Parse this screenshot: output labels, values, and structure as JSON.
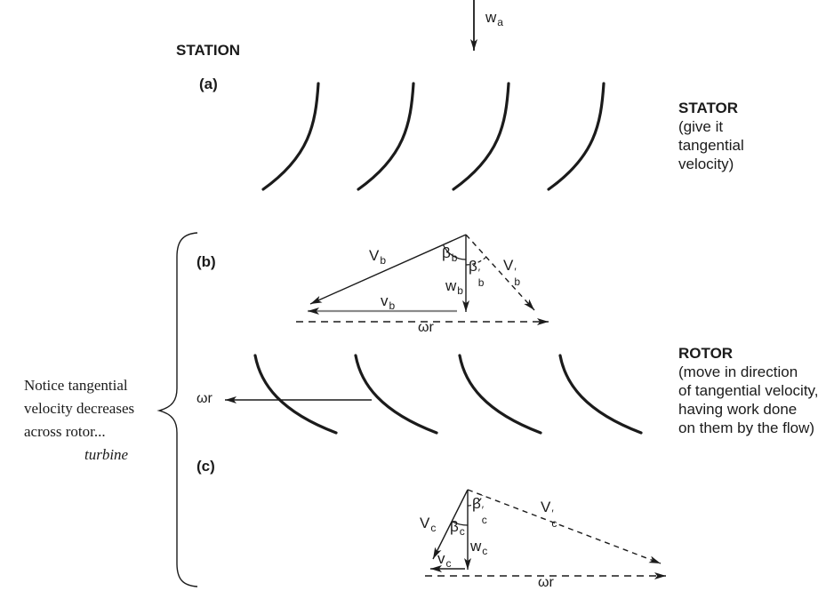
{
  "colors": {
    "ink": "#1b1b1b",
    "tangential_line_gray": "#8a8a8a"
  },
  "inlet_flow_label": {
    "base": "w",
    "sub": "a"
  },
  "stations": {
    "heading": "STATION",
    "a": "(a)",
    "b": "(b)",
    "c": "(c)"
  },
  "stator_note": {
    "title": "STATOR",
    "lines": [
      "(give it",
      "tangential",
      "velocity)"
    ]
  },
  "rotor_note": {
    "title": "ROTOR",
    "lines": [
      "(move in direction",
      "of tangential velocity,",
      "having work done",
      "on them by the flow)"
    ]
  },
  "side_note": {
    "lines": [
      "Notice tangential",
      "velocity decreases",
      "across rotor..."
    ],
    "emphasis": "turbine"
  },
  "rotor_motion_label": "ωr",
  "triangle_b": {
    "absolute_velocity": {
      "base": "V",
      "sub": "b"
    },
    "flow_angle": {
      "base": "β",
      "sub": "b"
    },
    "relative_flow_angle": {
      "base": "β",
      "sub": "b",
      "prime": "′"
    },
    "relative_velocity": {
      "base": "V",
      "sub": "b",
      "prime": "′"
    },
    "axial_velocity": {
      "base": "w",
      "sub": "b"
    },
    "tangential_velocity": {
      "base": "v",
      "sub": "b"
    },
    "wheel_speed": "ωr"
  },
  "triangle_c": {
    "absolute_velocity": {
      "base": "V",
      "sub": "c"
    },
    "flow_angle": {
      "base": "β",
      "sub": "c"
    },
    "relative_flow_angle": {
      "base": "β",
      "sub": "c",
      "prime": "′"
    },
    "relative_velocity": {
      "base": "V",
      "sub": "c",
      "prime": "′"
    },
    "axial_velocity": {
      "base": "w",
      "sub": "c"
    },
    "tangential_velocity": {
      "base": "v",
      "sub": "c"
    },
    "wheel_speed": "ωr"
  }
}
